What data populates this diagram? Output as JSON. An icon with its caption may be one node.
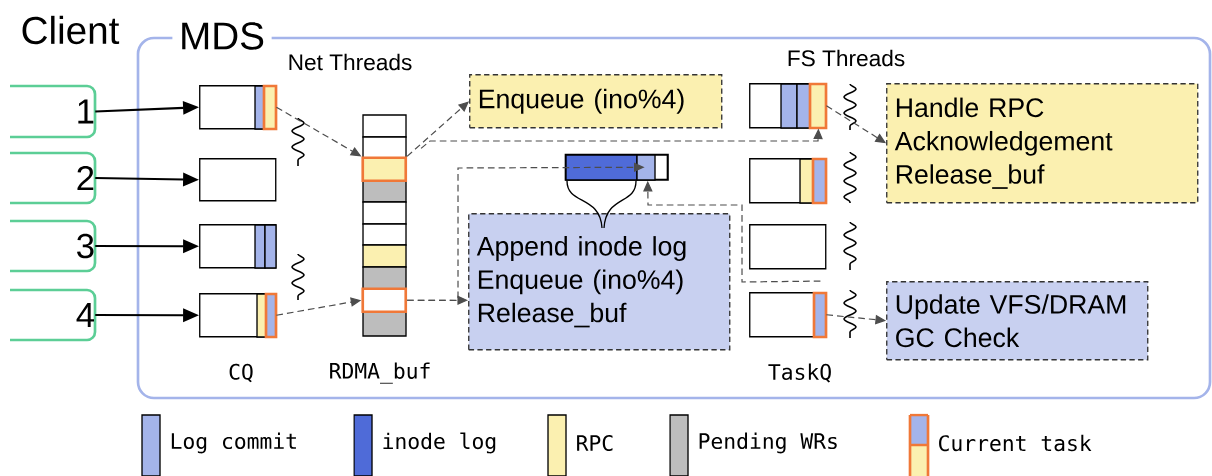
{
  "diagram": {
    "nodes": [
      {
        "text": [
          "MDS"
        ]
      },
      {
        "text": [
          "1"
        ]
      },
      {
        "text": [
          "2"
        ]
      },
      {
        "text": [
          "3"
        ]
      },
      {
        "text": [
          "4"
        ]
      },
      {
        "text": [],
        "shape": "box",
        "in": 0
      },
      {
        "text": [],
        "shape": "box",
        "in": 0
      },
      {
        "text": [],
        "shape": "box",
        "in": 0
      },
      {
        "text": [],
        "shape": "box",
        "in": 0
      },
      {
        "text": [],
        "shape": "box",
        "in": 0
      },
      {
        "text": [],
        "shape": "box",
        "in": 0
      },
      {
        "text": [
          "Enqueue (ino%4)"
        ],
        "in": 0
      },
      {
        "text": [],
        "shape": "bar",
        "in": 0
      },
      {
        "text": [
          "Append inode log",
          "Enqueue (ino%4)",
          "Release_buf"
        ],
        "in": 0
      },
      {
        "text": [],
        "shape": "box",
        "in": 0
      },
      {
        "text": [],
        "shape": "box",
        "in": 0
      },
      {
        "text": [],
        "shape": "box",
        "in": 0
      },
      {
        "text": [],
        "shape": "box",
        "in": 0
      },
      {
        "text": [
          "Handle RPC",
          "Acknowledgement",
          "Release_buf"
        ],
        "in": 0
      },
      {
        "text": [
          "Update VFS/DRAM",
          "GC Check"
        ],
        "in": 0
      }
    ],
    "edges": [
      {
        "from": 1,
        "to": 5,
        "arrow": "to"
      },
      {
        "from": 2,
        "to": 6,
        "arrow": "to"
      },
      {
        "from": 3,
        "to": 7,
        "arrow": "to"
      },
      {
        "from": 4,
        "to": 8,
        "arrow": "to"
      },
      {
        "from": 5,
        "to": 9,
        "arrow": "to",
        "style": "dashed",
        "color": "#4d4d4d"
      },
      {
        "from": 8,
        "to": 10,
        "arrow": "to",
        "style": "dashed",
        "color": "#4d4d4d"
      },
      {
        "from": 9,
        "to": 11,
        "arrow": "to",
        "style": "dashed",
        "color": "#4d4d4d"
      },
      {
        "from": 9,
        "to": 14,
        "arrow": "to",
        "style": "dashed",
        "color": "#4d4d4d"
      },
      {
        "from": 10,
        "to": 13,
        "arrow": "to",
        "style": "dashed",
        "color": "#4d4d4d"
      },
      {
        "from": 10,
        "to": 12,
        "arrow": "to",
        "style": "dashed",
        "color": "#4d4d4d"
      },
      {
        "from": 17,
        "to": 12,
        "arrow": "to",
        "style": "dashed",
        "color": "#4d4d4d"
      },
      {
        "from": 14,
        "to": 18,
        "arrow": "to",
        "style": "dashed",
        "color": "#4d4d4d"
      },
      {
        "from": 17,
        "to": 19,
        "arrow": "to",
        "style": "dashed",
        "color": "#4d4d4d"
      }
    ],
    "labels": [
      "Client",
      "Net Threads",
      "FS Threads",
      "CQ",
      "RDMA_buf",
      "TaskQ"
    ],
    "legend": [
      {
        "text": "Log commit",
        "color": "#a4b4ea"
      },
      {
        "text": "inode log",
        "color": "#4f6bd8"
      },
      {
        "text": "RPC",
        "color": "#fbf0b0"
      },
      {
        "text": "Pending WRs",
        "color": "#bdbdbd"
      },
      {
        "text": "Current task"
      }
    ]
  }
}
